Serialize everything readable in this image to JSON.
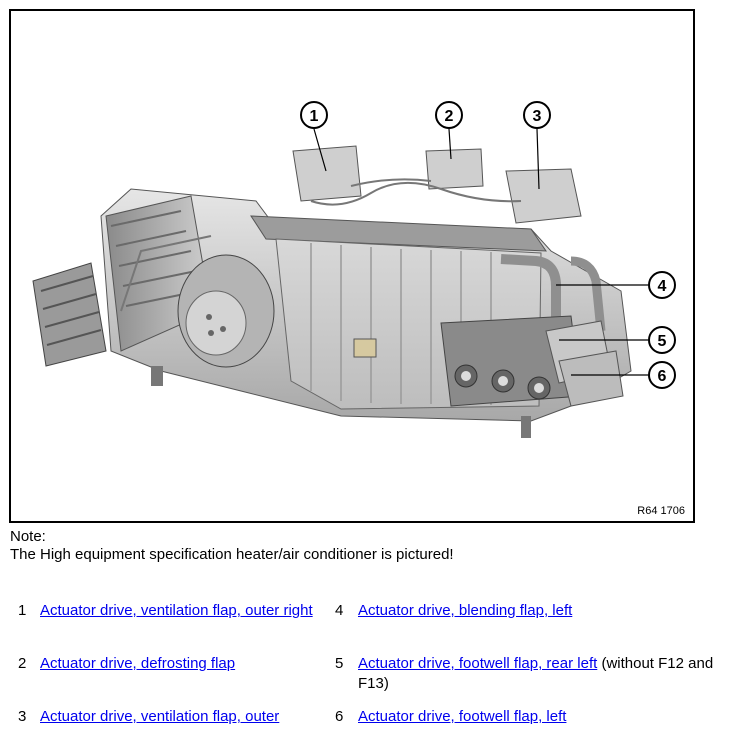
{
  "figure": {
    "code": "R64 1706",
    "callouts": [
      {
        "number": "1"
      },
      {
        "number": "2"
      },
      {
        "number": "3"
      },
      {
        "number": "4"
      },
      {
        "number": "5"
      },
      {
        "number": "6"
      }
    ]
  },
  "note": {
    "label": "Note:",
    "text": "The High equipment specification heater/air conditioner is pictured!"
  },
  "legend": [
    {
      "number": "1",
      "link": "Actuator drive, ventilation flap, outer right",
      "extra": ""
    },
    {
      "number": "2",
      "link": "Actuator drive, defrosting flap",
      "extra": ""
    },
    {
      "number": "3",
      "link": "Actuator drive, ventilation flap, outer",
      "extra": ""
    },
    {
      "number": "4",
      "link": "Actuator drive, blending flap, left",
      "extra": ""
    },
    {
      "number": "5",
      "link": "Actuator drive, footwell flap, rear left",
      "extra": " (without F12 and F13)"
    },
    {
      "number": "6",
      "link": "Actuator drive, footwell flap, left",
      "extra": ""
    }
  ]
}
